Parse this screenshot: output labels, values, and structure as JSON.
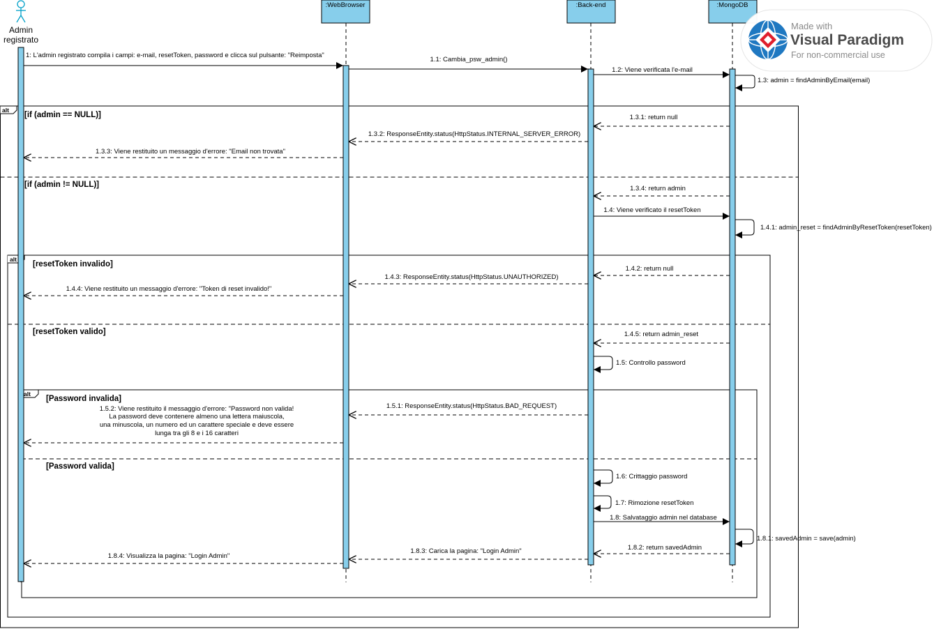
{
  "actor": {
    "name_line1": "Admin",
    "name_line2": "registrato"
  },
  "lifelines": [
    {
      "name": ":WebBrowser"
    },
    {
      "name": ":Back-end"
    },
    {
      "name": ":MongoDB"
    }
  ],
  "watermark": {
    "made_with": "Made with",
    "product": "Visual Paradigm",
    "license": "For non-commercial use",
    "logo": "visual-paradigm-logo-icon"
  },
  "fragments": {
    "alt_label": "alt",
    "outer": {
      "guard1": "[if (admin == NULL)]",
      "guard2": "[if (admin != NULL)]"
    },
    "middle": {
      "guard1": "[resetToken invalido]",
      "guard2": "[resetToken valido]"
    },
    "inner": {
      "guard1": "[Password invalida]",
      "guard2": "[Password valida]"
    }
  },
  "messages": {
    "m1": "1: L'admin registrato compila i campi: e-mail, resetToken, password e clicca sul pulsante: \"Reimposta\"",
    "m1_1": "1.1: Cambia_psw_admin()",
    "m1_2": "1.2: Viene verificata l'e-mail",
    "m1_3": "1.3: admin = findAdminByEmail(email)",
    "m1_3_1": "1.3.1: return null",
    "m1_3_2": "1.3.2: ResponseEntity.status(HttpStatus.INTERNAL_SERVER_ERROR)",
    "m1_3_3": "1.3.3: Viene restituito un messaggio d'errore: \"Email non trovata\"",
    "m1_3_4": "1.3.4: return admin",
    "m1_4": "1.4: Viene verificato il resetToken",
    "m1_4_1": "1.4.1: admin_reset = findAdminByResetToken(resetToken)",
    "m1_4_2": "1.4.2: return null",
    "m1_4_3": "1.4.3: ResponseEntity.status(HttpStatus.UNAUTHORIZED)",
    "m1_4_4": "1.4.4: Viene restituito un messaggio d'errore: \"Token di reset invalido!\"",
    "m1_4_5": "1.4.5: return admin_reset",
    "m1_5": "1.5: Controllo password",
    "m1_5_1": "1.5.1: ResponseEntity.status(HttpStatus.BAD_REQUEST)",
    "m1_5_2_l1": "1.5.2: Viene restituito il messaggio d'errore: \"Password non valida!",
    "m1_5_2_l2": "La password deve contenere almeno una  lettera maiuscola,",
    "m1_5_2_l3": "una minuscola, un numero ed un carattere speciale e deve essere",
    "m1_5_2_l4": "lunga tra gli 8 e i 16 caratteri",
    "m1_6": "1.6: Crittaggio password",
    "m1_7": "1.7: Rimozione resetToken",
    "m1_8": "1.8: Salvataggio admin nel database",
    "m1_8_1": "1.8.1: savedAdmin = save(admin)",
    "m1_8_2": "1.8.2: return savedAdmin",
    "m1_8_3": "1.8.3: Carica la pagina: \"Login Admin\"",
    "m1_8_4": "1.8.4: Visualizza la pagina: \"Login Admin\""
  }
}
